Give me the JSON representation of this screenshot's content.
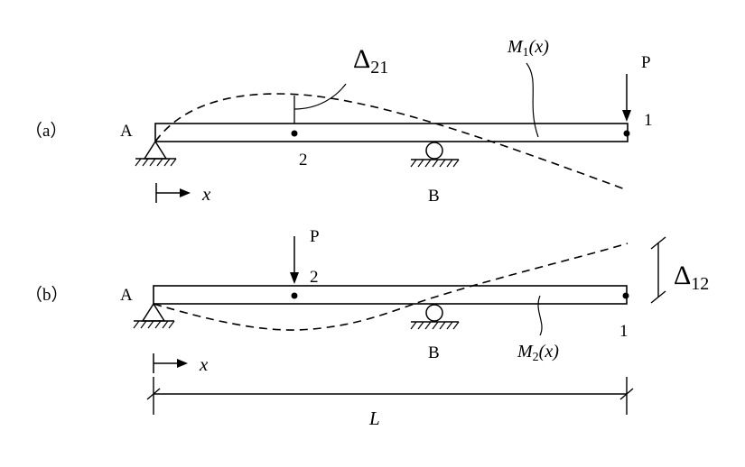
{
  "panel_a": {
    "label": "（a）",
    "support_left": "A",
    "support_right": "B",
    "point_1": "1",
    "point_2": "2",
    "load": "P",
    "x_axis": "x",
    "deflection": {
      "symbol": "Δ",
      "subscript": "21"
    },
    "moment": {
      "symbol": "M",
      "subscript": "1",
      "arg": "(x)"
    }
  },
  "panel_b": {
    "label": "（b）",
    "support_left": "A",
    "support_right": "B",
    "point_1": "1",
    "point_2": "2",
    "load": "P",
    "x_axis": "x",
    "deflection": {
      "symbol": "Δ",
      "subscript": "12"
    },
    "moment": {
      "symbol": "M",
      "subscript": "2",
      "arg": "(x)"
    },
    "span": "L"
  }
}
